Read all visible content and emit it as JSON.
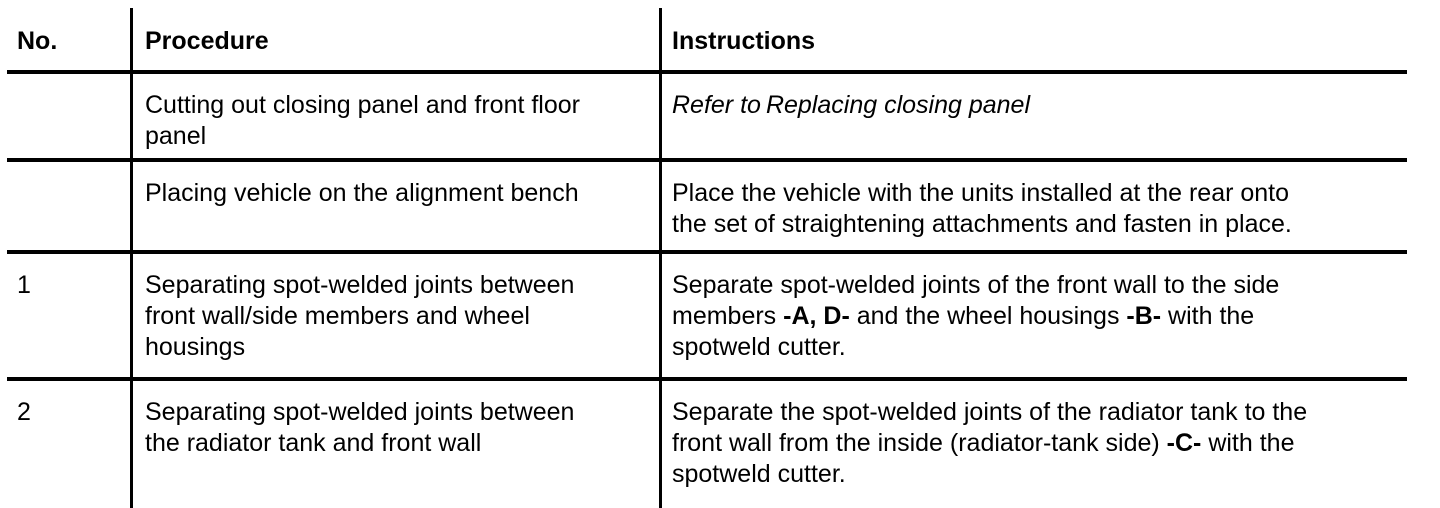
{
  "document": {
    "background_color": "#ffffff",
    "text_color": "#000000",
    "rule_color": "#000000"
  },
  "table": {
    "headers": {
      "no": "No.",
      "procedure": "Procedure",
      "instructions": "Instructions"
    },
    "rows": [
      {
        "no": "",
        "procedure": "Cutting out closing panel and front floor\npanel",
        "instructions": [
          {
            "t": "Refer to",
            "i": true
          },
          {
            "t": " Replacing closing panel",
            "i": true
          }
        ]
      },
      {
        "no": "",
        "procedure": "Placing vehicle on the alignment bench",
        "instructions": [
          {
            "t": "Place the vehicle with the units installed at the rear onto\nthe set of straightening attachments and fasten in place."
          }
        ]
      },
      {
        "no": "1",
        "procedure": "Separating spot-welded joints between\nfront wall/side members and wheel\nhousings",
        "instructions": [
          {
            "t": "Separate spot-welded joints of the front wall to the side\nmembers "
          },
          {
            "t": "-A, D-",
            "b": true
          },
          {
            "t": " and the wheel housings "
          },
          {
            "t": "-B-",
            "b": true
          },
          {
            "t": " with the\nspotweld cutter."
          }
        ]
      },
      {
        "no": "2",
        "procedure": "Separating spot-welded joints between\nthe radiator tank and front wall",
        "instructions": [
          {
            "t": "Separate the spot-welded joints of the radiator tank to the\nfront wall from the inside (radiator-tank side) "
          },
          {
            "t": "-C-",
            "b": true
          },
          {
            "t": " with the\nspotweld cutter."
          }
        ]
      }
    ]
  }
}
